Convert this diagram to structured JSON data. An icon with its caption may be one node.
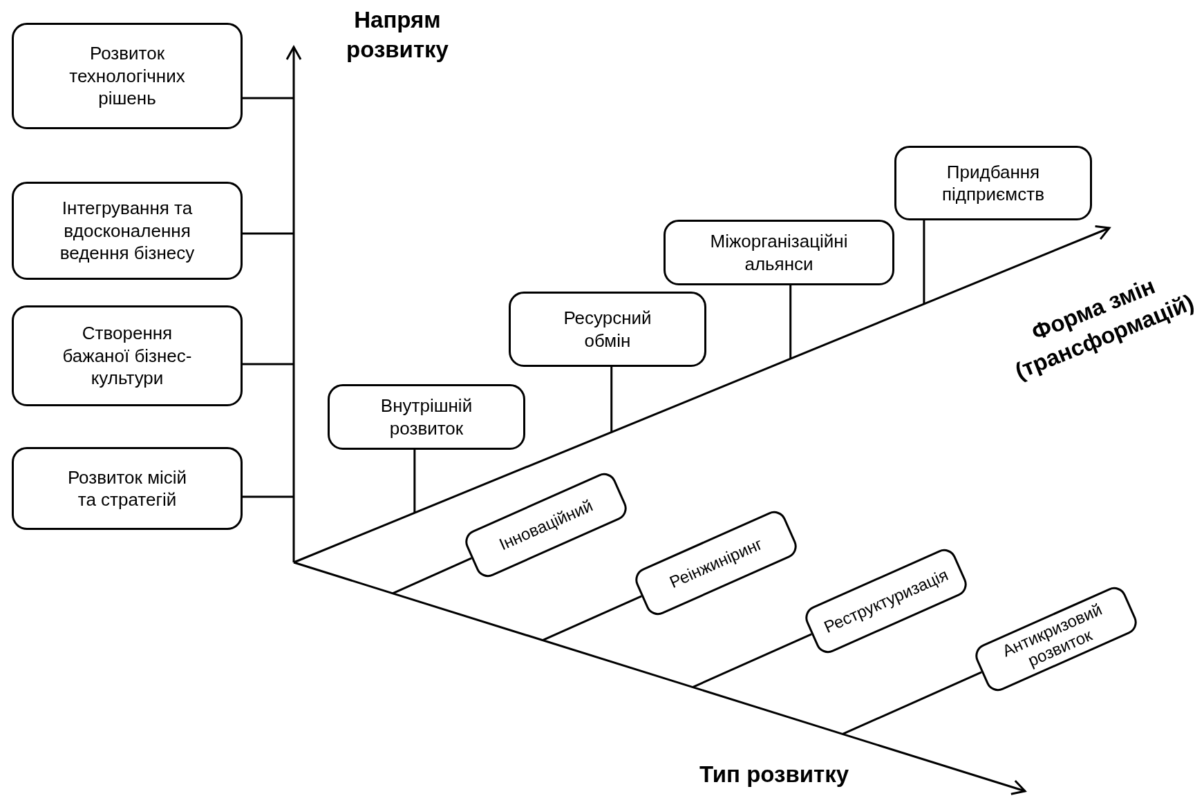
{
  "diagram": {
    "nodes": [
      {
        "text": [
          "Розвиток технологічних рішень"
        ]
      },
      {
        "text": [
          "Інтегрування та вдосконалення ведення бізнесу"
        ]
      },
      {
        "text": [
          "Створення бажаної бізнес-культури"
        ]
      },
      {
        "text": [
          "Розвиток місій та стратегій"
        ]
      },
      {
        "text": [
          "Придбання підприємств"
        ]
      },
      {
        "text": [
          "Міжорганізаційні альянси"
        ]
      },
      {
        "text": [
          "Ресурсний обмін"
        ]
      },
      {
        "text": [
          "Внутрішній розвиток"
        ]
      },
      {
        "text": [
          "Інноваційний"
        ]
      },
      {
        "text": [
          "Реінжиніринг"
        ]
      },
      {
        "text": [
          "Реструктуризація"
        ]
      },
      {
        "text": [
          "Антикризовий розвиток"
        ]
      }
    ],
    "edges": [
      {
        "from": 0,
        "to": null,
        "arrow": "none"
      },
      {
        "from": 1,
        "to": null,
        "arrow": "none"
      },
      {
        "from": 2,
        "to": null,
        "arrow": "none"
      },
      {
        "from": 3,
        "to": null,
        "arrow": "none"
      },
      {
        "from": 4,
        "to": null,
        "arrow": "none"
      },
      {
        "from": 5,
        "to": null,
        "arrow": "none"
      },
      {
        "from": 6,
        "to": null,
        "arrow": "none"
      },
      {
        "from": 7,
        "to": null,
        "arrow": "none"
      },
      {
        "from": 8,
        "to": null,
        "arrow": "none"
      },
      {
        "from": 9,
        "to": null,
        "arrow": "none"
      },
      {
        "from": 10,
        "to": null,
        "arrow": "none"
      },
      {
        "from": 11,
        "to": null,
        "arrow": "none"
      }
    ],
    "labels": [
      "Напрям розвитку",
      "Форма змін (трансформацій)",
      "Тип розвитку"
    ]
  }
}
